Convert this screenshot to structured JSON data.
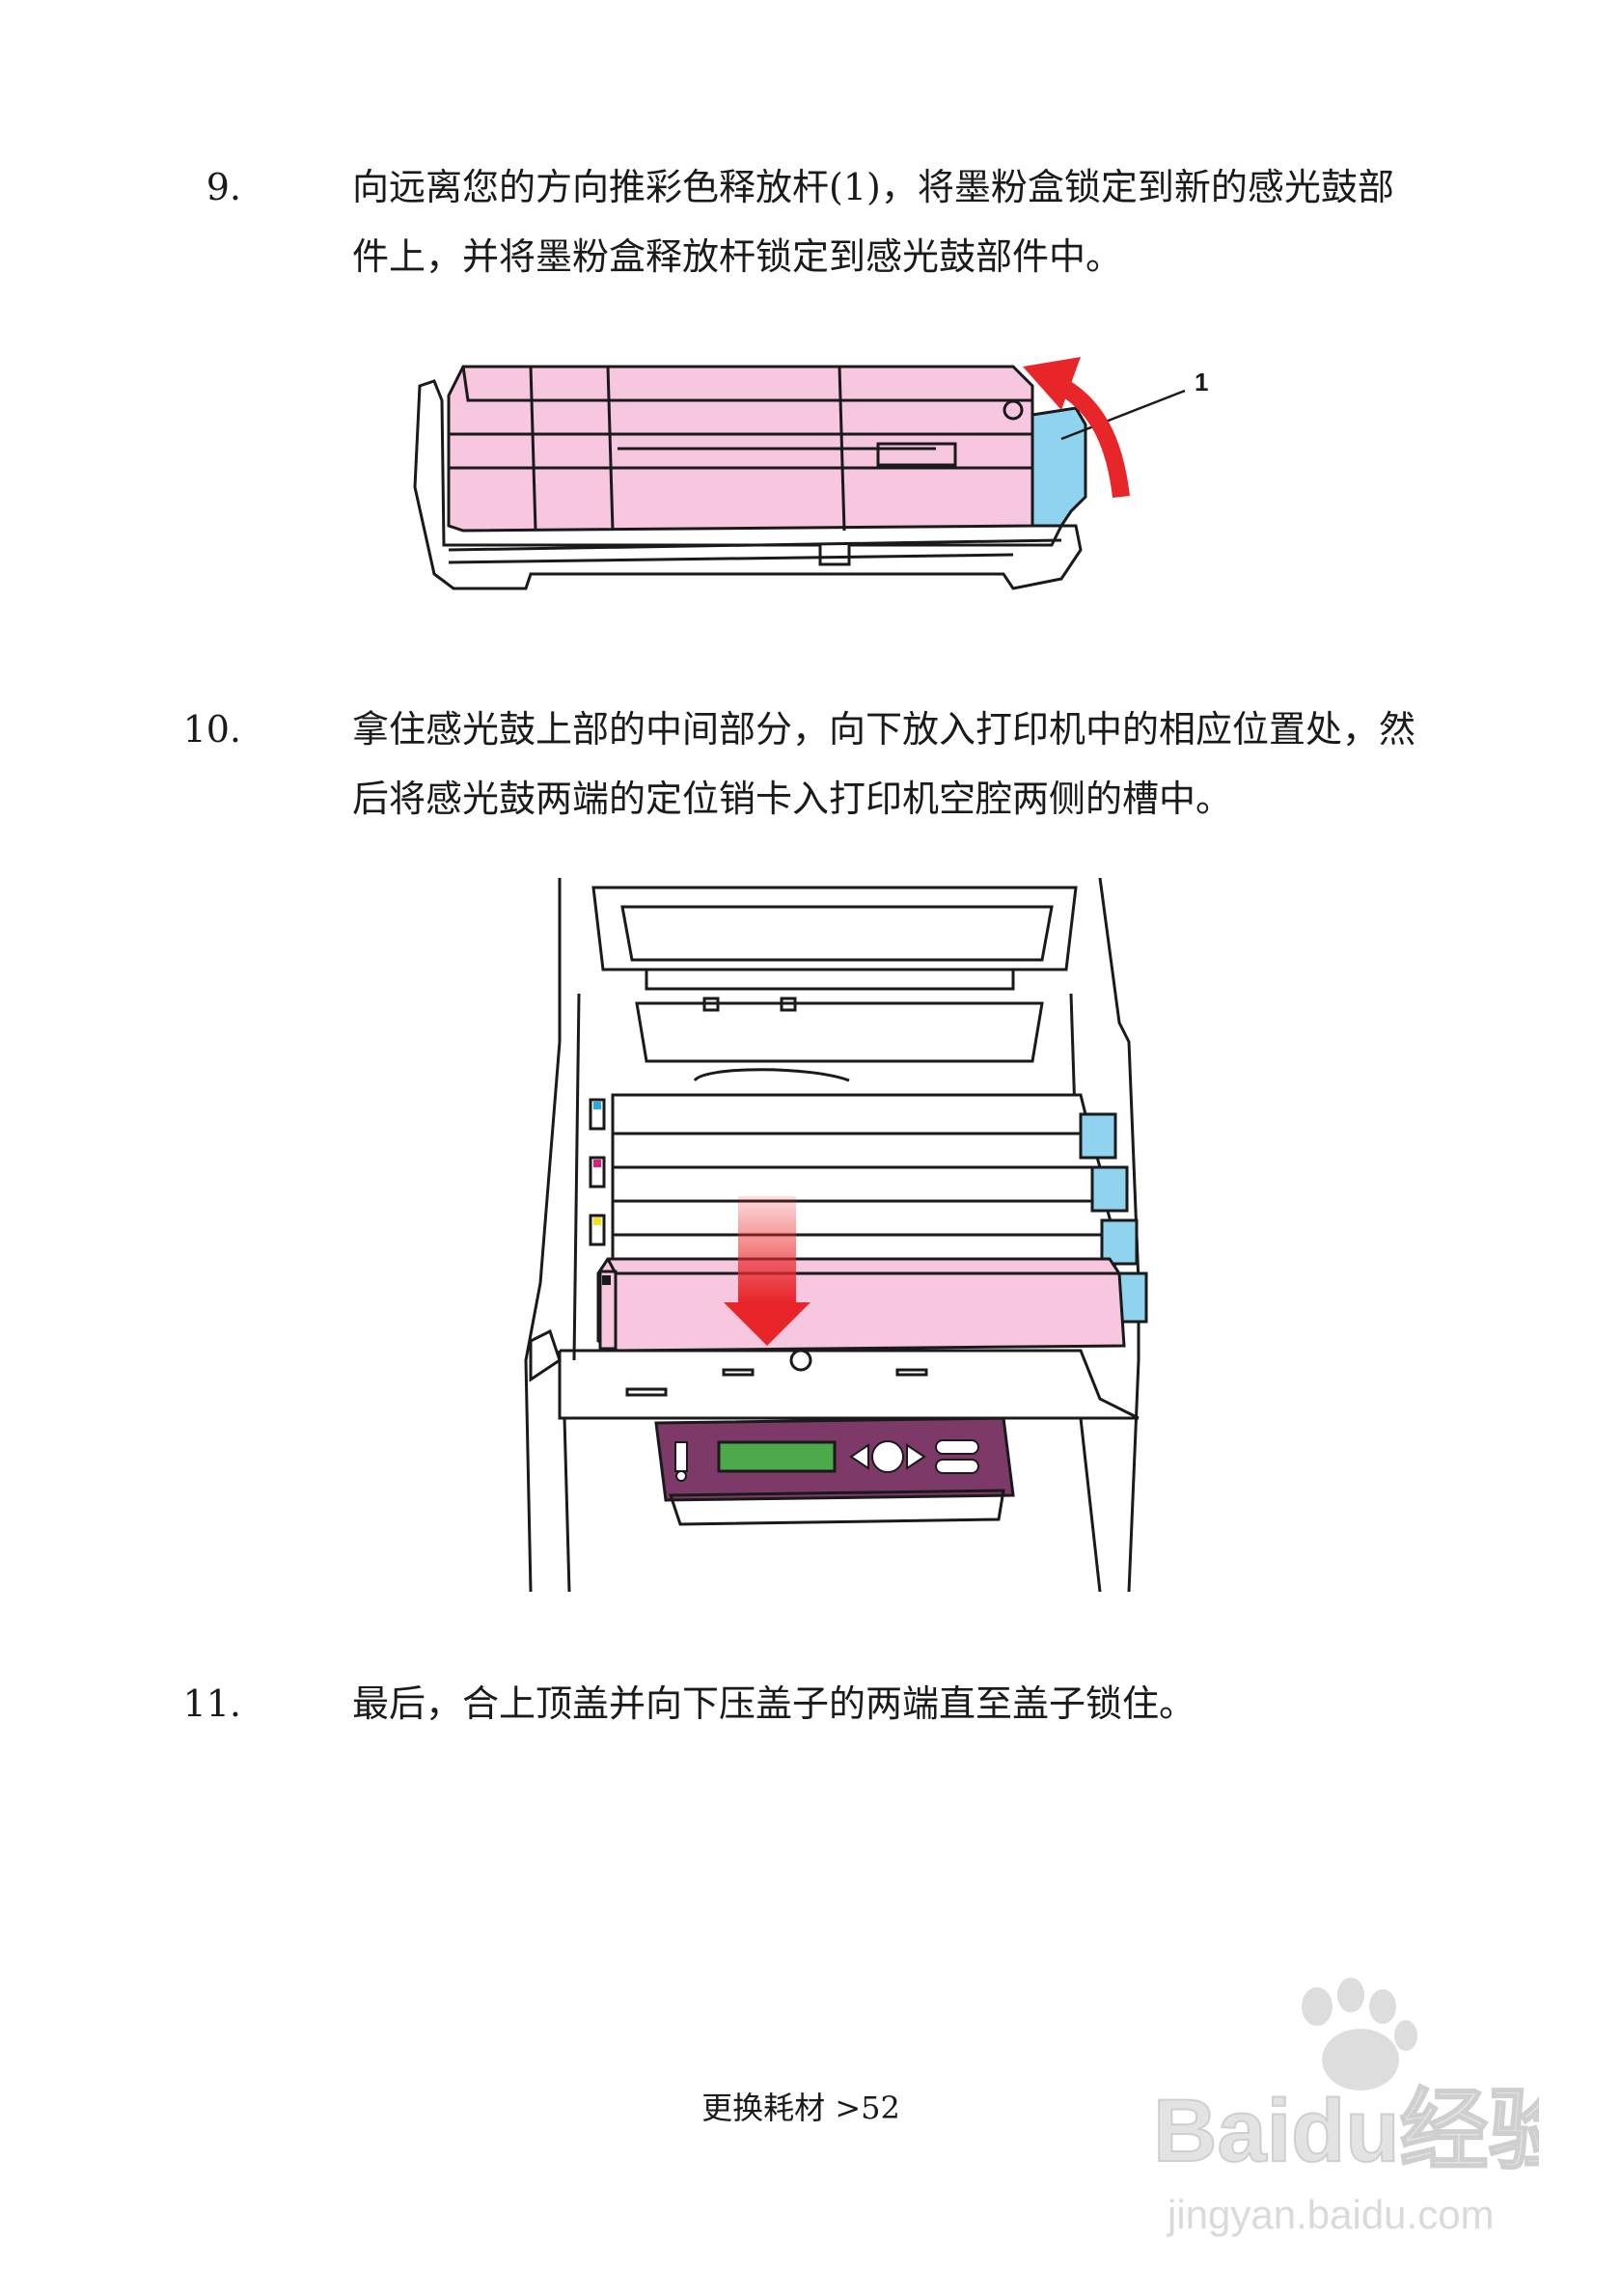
{
  "steps": [
    {
      "number": "9.",
      "text": "向远离您的方向推彩色释放杆(1)，将墨粉盒锁定到新的感光鼓部件上，并将墨粉盒释放杆锁定到感光鼓部件中。"
    },
    {
      "number": "10.",
      "text": "拿住感光鼓上部的中间部分，向下放入打印机中的相应位置处，然后将感光鼓两端的定位销卡入打印机空腔两侧的槽中。"
    },
    {
      "number": "11.",
      "text": "最后，合上顶盖并向下压盖子的两端直至盖子锁住。"
    }
  ],
  "figure1": {
    "callout": "1"
  },
  "footer": {
    "text": "更换耗材 >52"
  },
  "watermark": {
    "brand": "Baidu经验",
    "url": "jingyan.baidu.com"
  },
  "colors": {
    "drum_pink": "#f7c6df",
    "lever_blue": "#8fd3ee",
    "arrow_red": "#e8262a",
    "panel_purple": "#7d3a68",
    "lcd_green": "#4caa4a"
  }
}
